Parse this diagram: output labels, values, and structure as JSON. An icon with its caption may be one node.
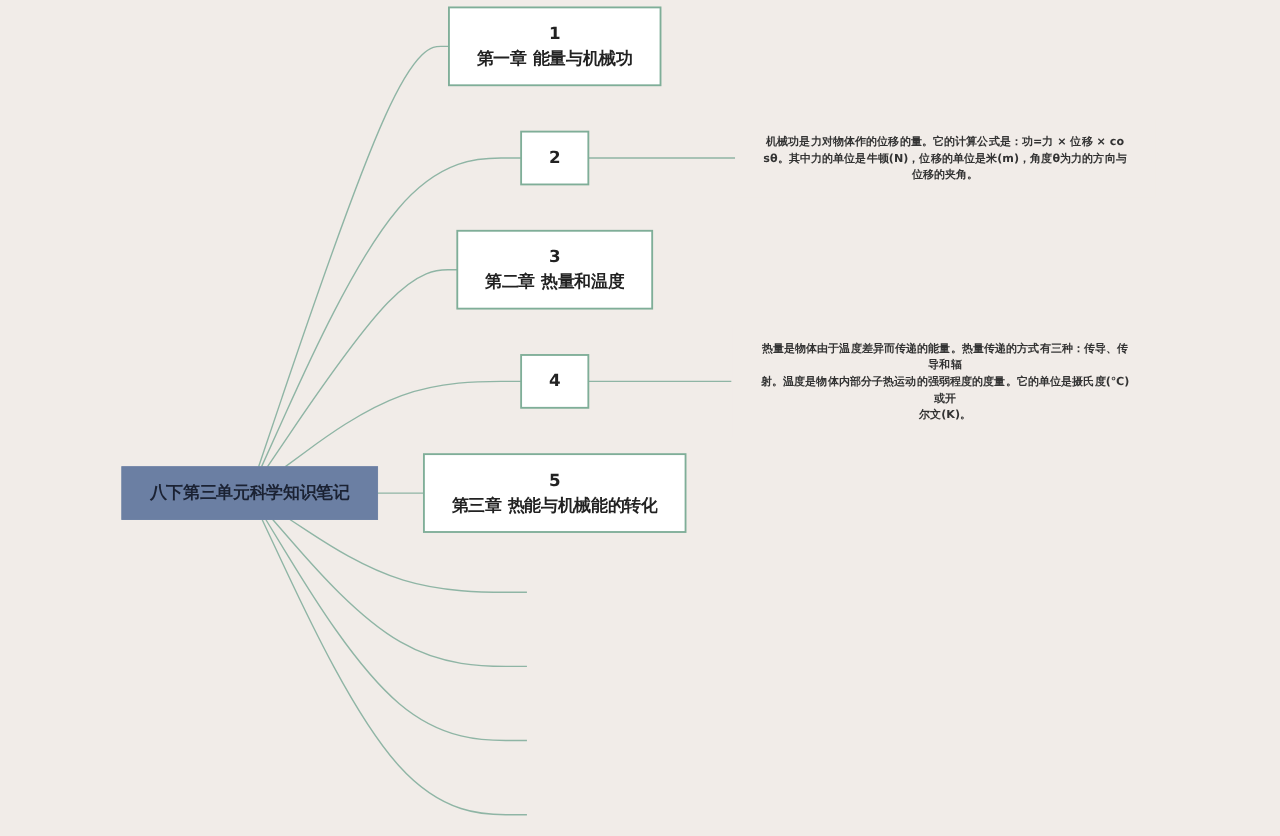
{
  "diagram": {
    "nodes": [
      {
        "text": [
          "八下第三单元科学知识笔记"
        ]
      },
      {
        "text": [
          "1",
          "第一章 能量与机械功"
        ]
      },
      {
        "text": [
          "2"
        ]
      },
      {
        "text": [
          "机械功是力对物体作的位移的量。它的计算公式是：功=力 × 位移 × cosθ。其中力的单位是牛顿(N)，位移的单位是米(m)，角度θ为力的方向与位移的夹角。"
        ]
      },
      {
        "text": [
          "3",
          "第二章 热量和温度"
        ]
      },
      {
        "text": [
          "4"
        ]
      },
      {
        "text": [
          "热量是物体由于温度差异而传递的能量。热量传递的方式有三种：传导、传导和辐射。温度是物体内部分子热运动的强弱程度的度量。它的单位是摄氏度(℃)或开尔文(K)。"
        ]
      },
      {
        "text": [
          "5",
          "第三章 热能与机械能的转化"
        ]
      }
    ],
    "edges": [
      {
        "from": 0,
        "to": 1,
        "arrow": "none"
      },
      {
        "from": 0,
        "to": 2,
        "arrow": "none"
      },
      {
        "from": 2,
        "to": 3,
        "arrow": "none"
      },
      {
        "from": 0,
        "to": 4,
        "arrow": "none"
      },
      {
        "from": 0,
        "to": 5,
        "arrow": "none"
      },
      {
        "from": 5,
        "to": 6,
        "arrow": "none"
      },
      {
        "from": 0,
        "to": 7,
        "arrow": "none"
      },
      {
        "from": 0,
        "to": null,
        "arrow": "none"
      },
      {
        "from": 0,
        "to": null,
        "arrow": "none"
      },
      {
        "from": 0,
        "to": null,
        "arrow": "none"
      },
      {
        "from": 0,
        "to": null,
        "arrow": "none"
      }
    ]
  }
}
